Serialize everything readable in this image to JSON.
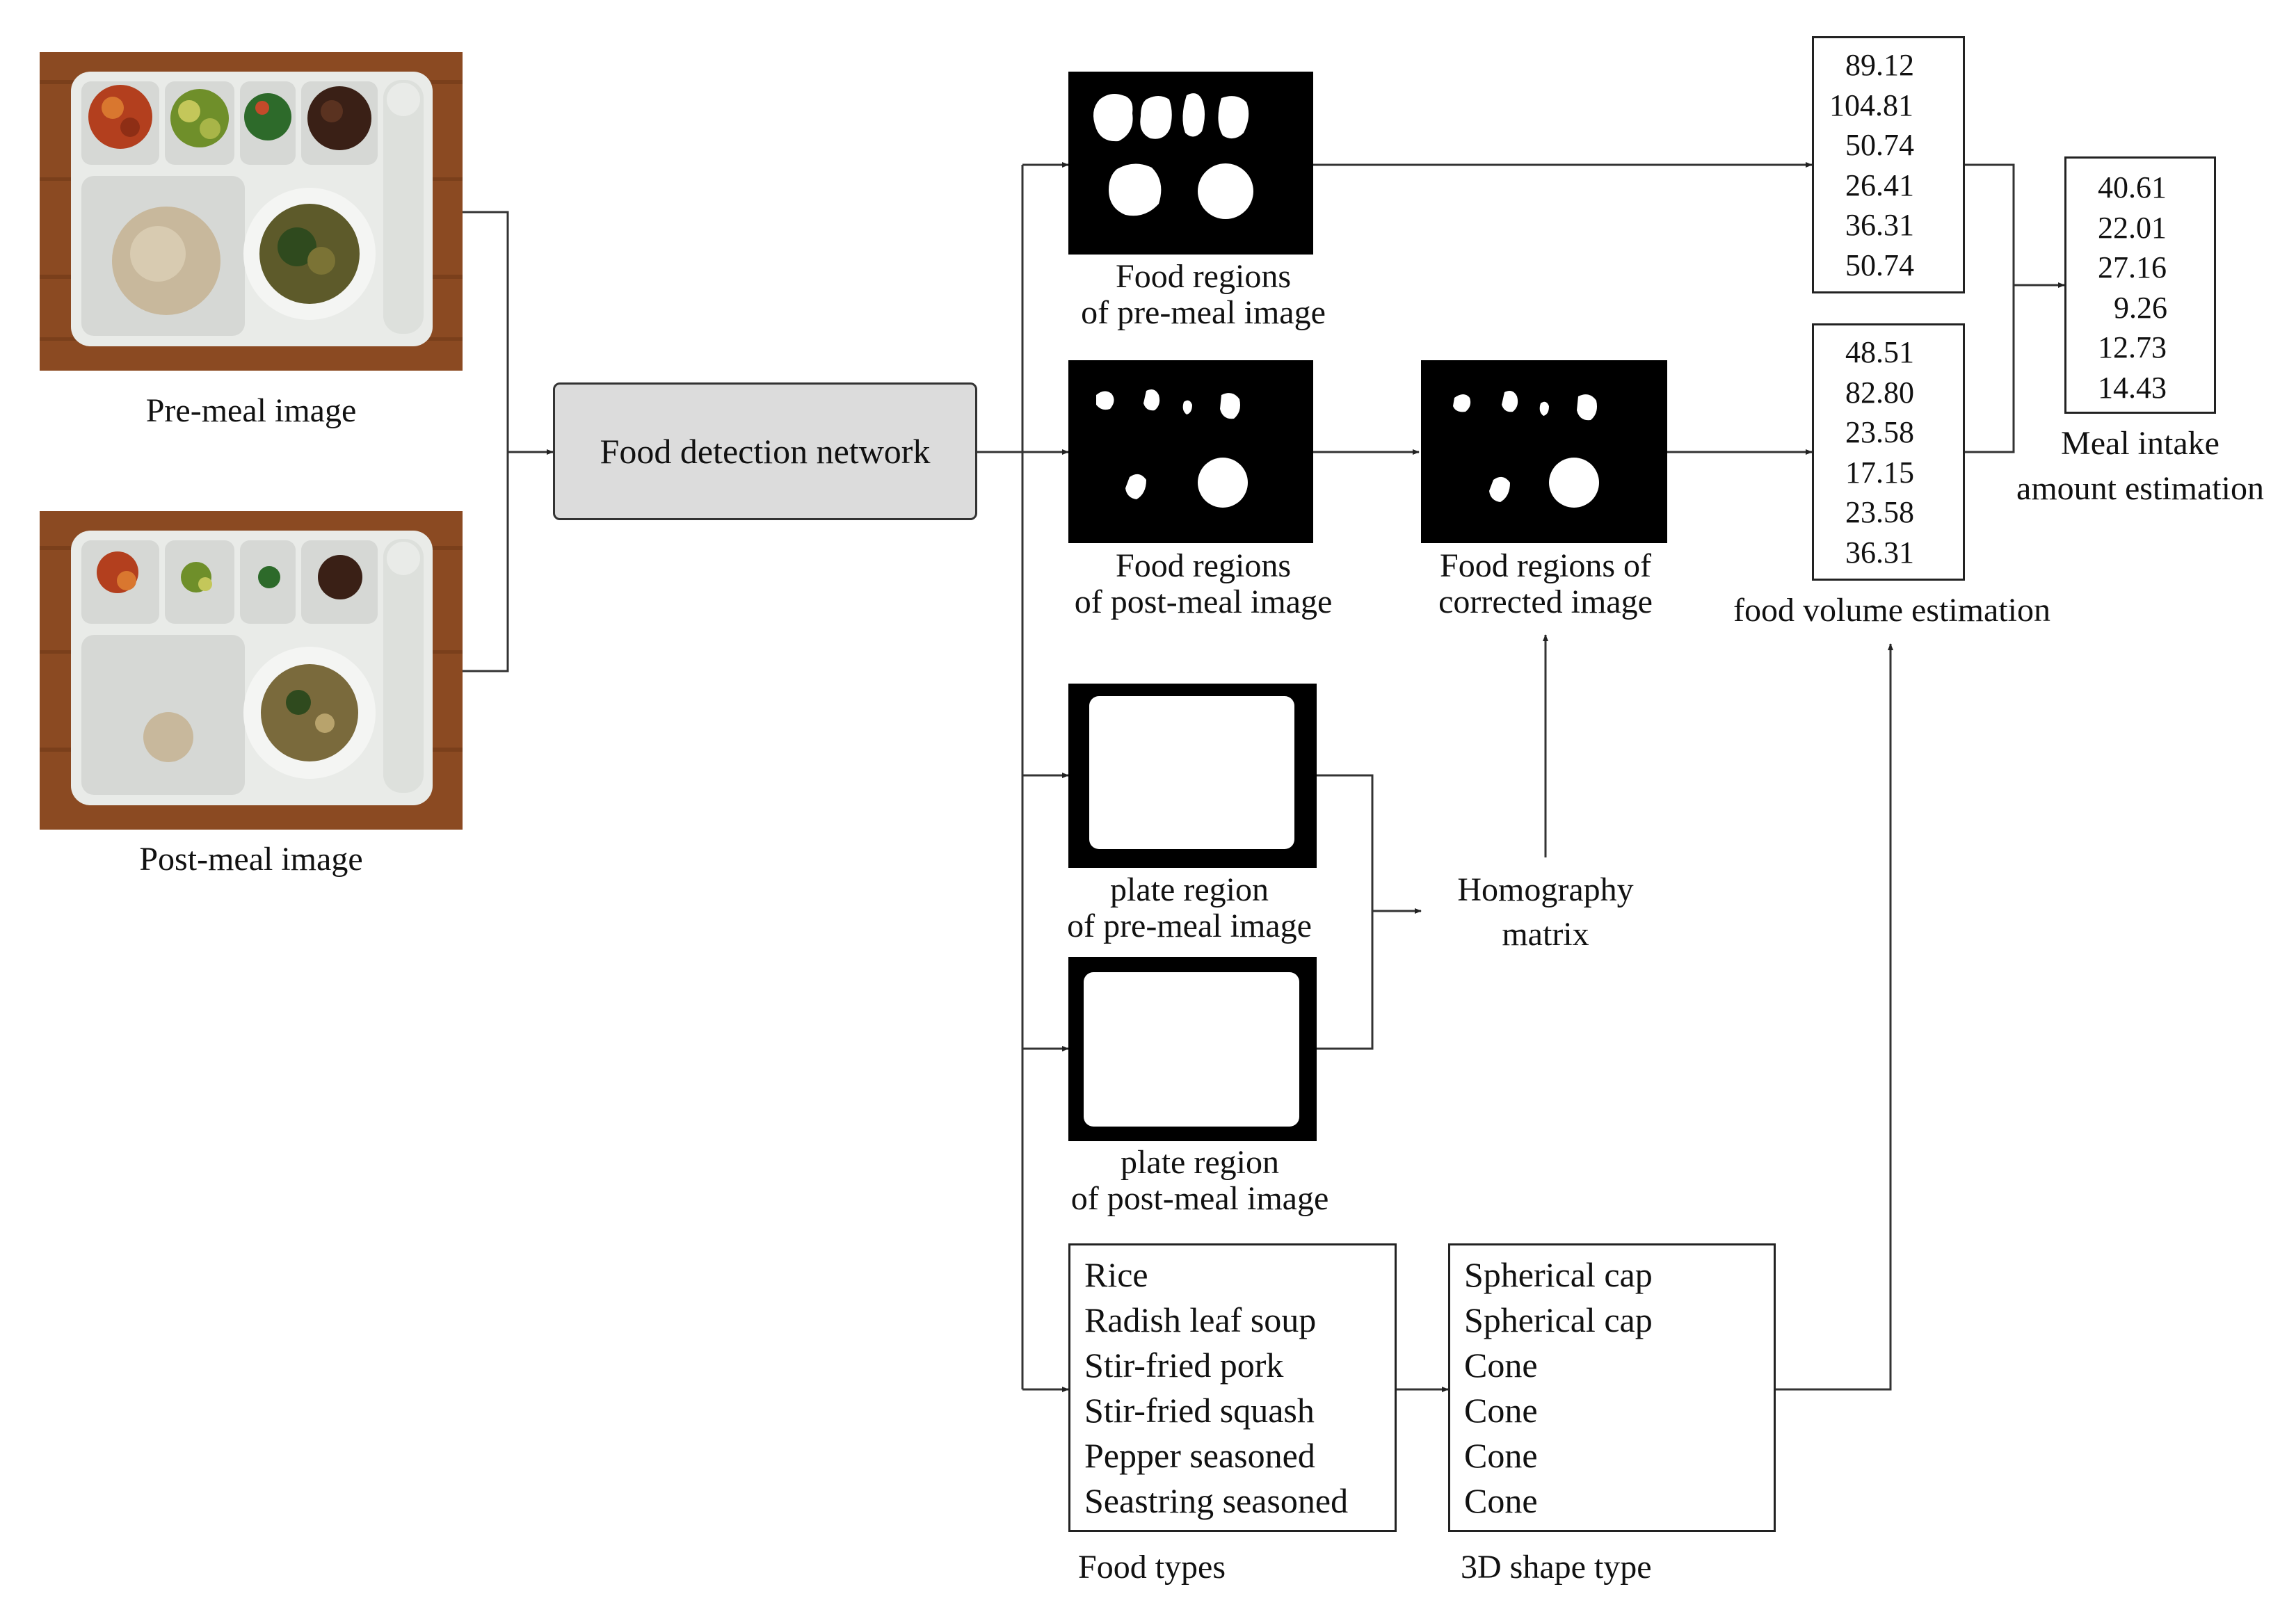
{
  "inputs": {
    "pre_meal_label": "Pre-meal image",
    "post_meal_label": "Post-meal image"
  },
  "network": {
    "label": "Food detection network"
  },
  "masks": {
    "pre_food_line1": "Food regions",
    "pre_food_line2": "of pre-meal image",
    "post_food_line1": "Food regions",
    "post_food_line2": "of post-meal image",
    "corrected_line1": "Food regions of",
    "corrected_line2": "corrected image",
    "pre_plate_line1": "plate region",
    "pre_plate_line2": "of pre-meal image",
    "post_plate_line1": "plate region",
    "post_plate_line2": "of post-meal image"
  },
  "homography": {
    "line1": "Homography",
    "line2": "matrix"
  },
  "volumes": {
    "pre_meal": [
      "89.12",
      "104.81",
      "50.74",
      "26.41",
      "36.31",
      "50.74"
    ],
    "post_meal": [
      "48.51",
      "82.80",
      "23.58",
      "17.15",
      "23.58",
      "36.31"
    ],
    "label": "food volume estimation"
  },
  "intake": {
    "values": [
      "40.61",
      "22.01",
      "27.16",
      "9.26",
      "12.73",
      "14.43"
    ],
    "label_line1": "Meal intake",
    "label_line2": "amount estimation"
  },
  "food_types": {
    "items": [
      "Rice",
      "Radish leaf soup",
      "Stir-fried pork",
      "Stir-fried squash",
      "Pepper seasoned",
      "Seastring seasoned"
    ],
    "label": "Food types"
  },
  "shape_types": {
    "items": [
      "Spherical cap",
      "Spherical cap",
      "Cone",
      "Cone",
      "Cone",
      "Cone"
    ],
    "label": "3D shape type"
  },
  "colors": {
    "mask_bg": "#000000",
    "network_box": "#dcdcdc",
    "wood_table": "#8b4a22",
    "tray": "#e9ebe8"
  }
}
